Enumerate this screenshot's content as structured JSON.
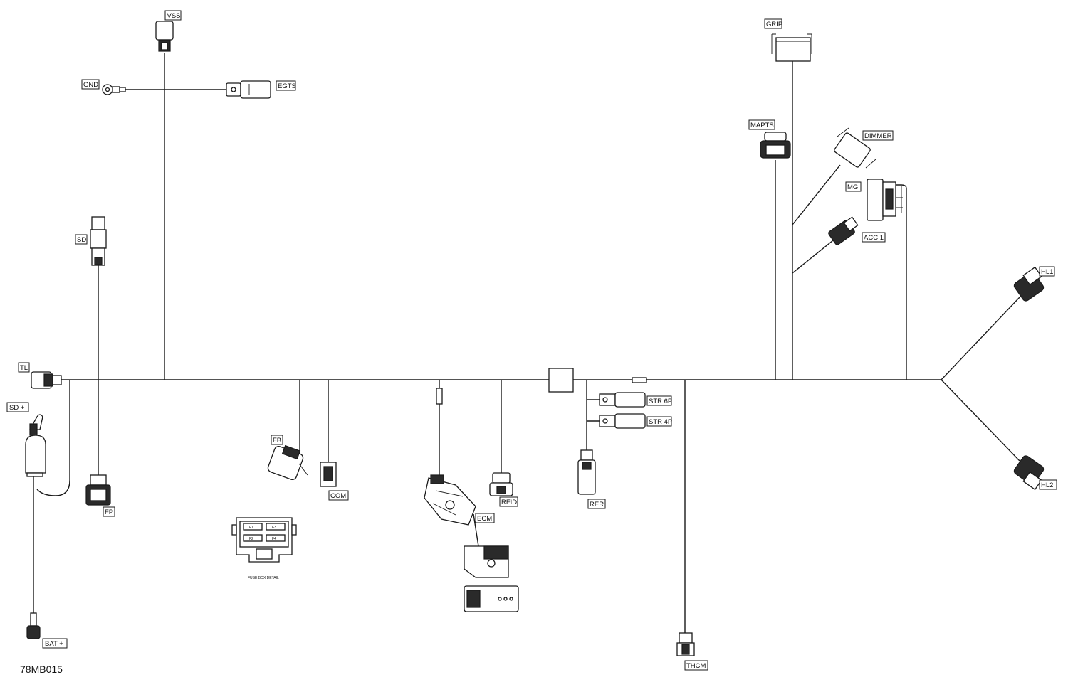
{
  "diagram_ref": "78MB015",
  "fuse_box_caption": "FUSE BOX DETAIL",
  "fuse_labels": [
    "F1",
    "F3",
    "F2",
    "F4"
  ],
  "connectors": {
    "vss": "VSS",
    "gnd": "GND",
    "egts": "EGTS",
    "sd": "SD",
    "tl": "TL",
    "sd_plus": "SD +",
    "fp": "FP",
    "bat_plus": "BAT +",
    "fb": "FB",
    "com": "COM",
    "ecm": "ECM",
    "rfid": "RFID",
    "rer": "RER",
    "str6p": "STR 6P",
    "str4p": "STR 4P",
    "thcm": "THCM",
    "grip": "GRIP",
    "mapts": "MAPTS",
    "dimmer": "DIMMER",
    "mg": "MG",
    "acc1": "ACC 1",
    "hl1": "HL1",
    "hl2": "HL2"
  }
}
